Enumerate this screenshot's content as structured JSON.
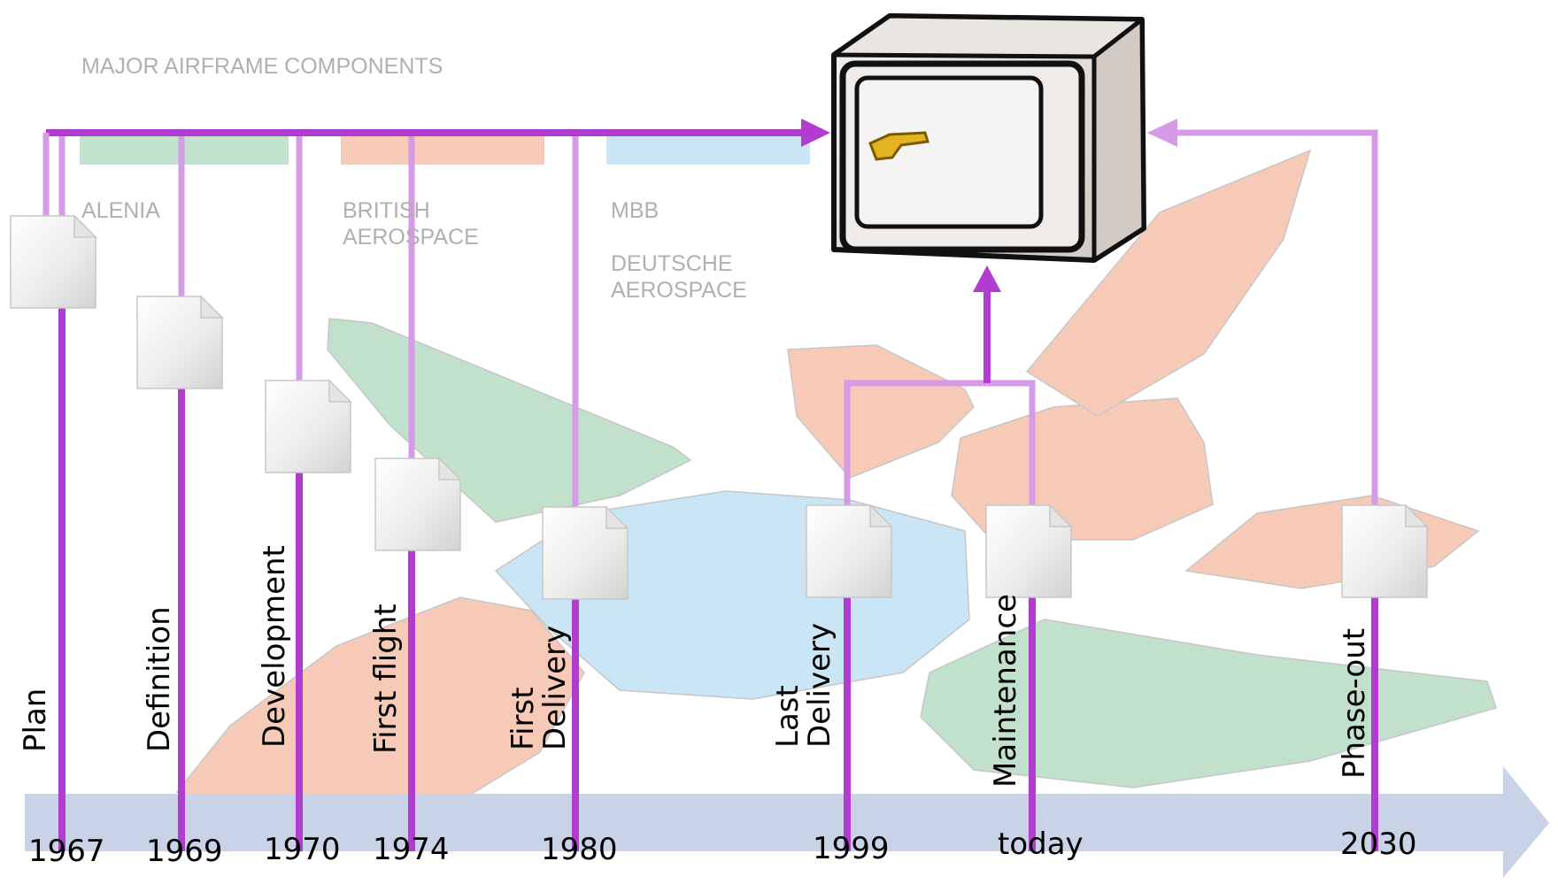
{
  "background": {
    "title": "MAJOR AIRFRAME COMPONENTS",
    "partners": [
      {
        "name": "ALENIA",
        "color": "#8fc9a6"
      },
      {
        "name": "BRITISH\nAEROSPACE",
        "color": "#f2a07e"
      },
      {
        "name": "MBB\n\nDEUTSCHE\nAEROSPACE",
        "color": "#9fd0ee"
      }
    ]
  },
  "timeline": {
    "axis_color": "#c8d3e8",
    "line_color": "#b13ccf",
    "light_line_color": "#d69ae6",
    "milestones": [
      {
        "phase": "Plan",
        "year": "1967"
      },
      {
        "phase": "Definition",
        "year": "1969"
      },
      {
        "phase": "Development",
        "year": "1970"
      },
      {
        "phase": "First flight",
        "year": "1974"
      },
      {
        "phase": "First\nDelivery",
        "year": "1980"
      },
      {
        "phase": "Last\nDelivery",
        "year": "1999"
      },
      {
        "phase": "Maintenance",
        "year": "today"
      },
      {
        "phase": "Phase-out",
        "year": "2030"
      }
    ]
  },
  "icons": {
    "document": "document-icon",
    "archive": "safe-icon"
  }
}
